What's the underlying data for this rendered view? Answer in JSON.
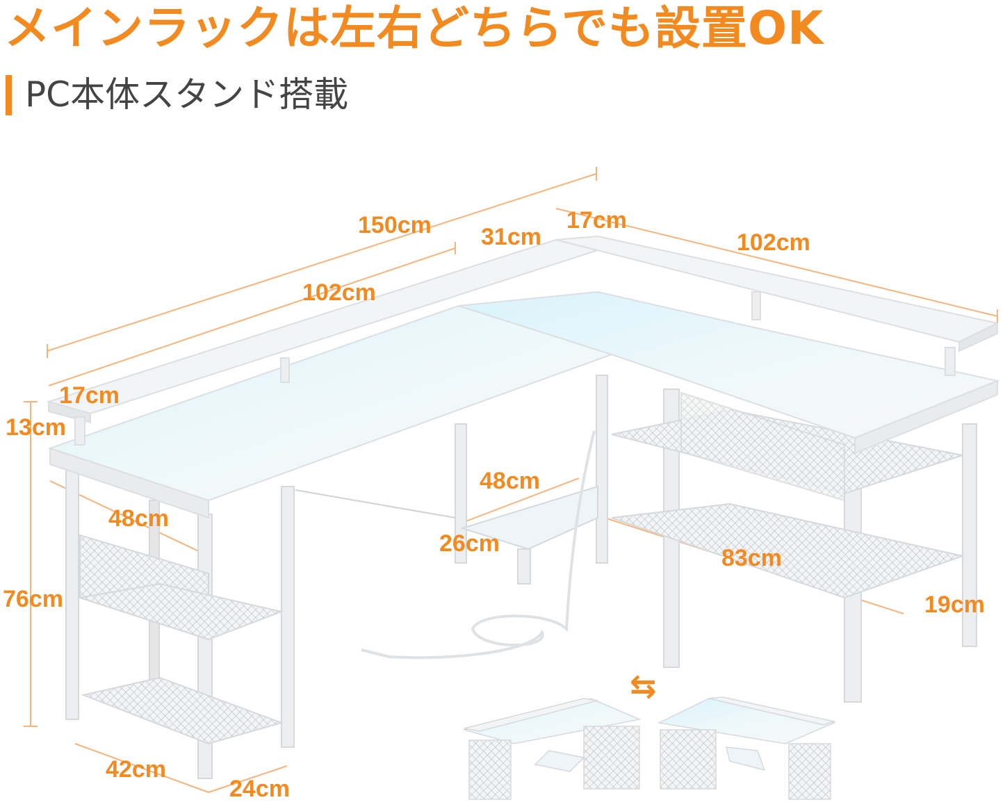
{
  "headline": "メインラックは左右どちらでも設置OK",
  "subheadline": "PC本体スタンド搭載",
  "dimensions": {
    "total_width": "150cm",
    "left_desk_width": "102cm",
    "right_desk_width": "102cm",
    "corner_width": "31cm",
    "shelf_depth_right": "17cm",
    "shelf_depth_left": "17cm",
    "shelf_height": "13cm",
    "desk_height": "76cm",
    "desk_depth_left": "48cm",
    "stand_width": "48cm",
    "stand_depth": "26cm",
    "rack_width": "83cm",
    "rack_depth": "19cm",
    "side_rack_width": "42cm",
    "side_rack_depth": "24cm"
  },
  "swap_symbol": "⇆",
  "colors": {
    "accent": "#f28a1f",
    "text": "#444444",
    "desk": "#f4f5f6",
    "glow": "#bfe8f5"
  }
}
